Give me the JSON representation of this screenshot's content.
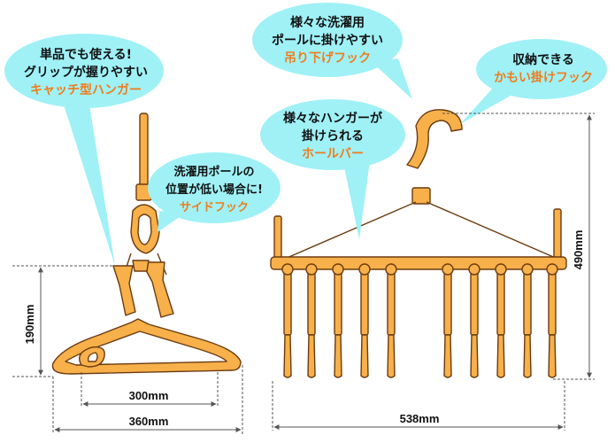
{
  "colors": {
    "hanger_fill": "#f7b04a",
    "hanger_stroke": "#6b3b10",
    "bubble_fill": "#9ff1f6",
    "accent_text": "#f07c1c",
    "text": "#111111",
    "dim_line": "#555555"
  },
  "bubbles": {
    "catch": {
      "line1": "単品でも使える!",
      "line2": "グリップが握りやすい",
      "line3": "キャッチ型ハンガー"
    },
    "side": {
      "line1": "洗濯用ポールの",
      "line2": "位置が低い場合に!",
      "line3": "サイドフック"
    },
    "hang": {
      "line1": "様々な洗濯用",
      "line2": "ポールに掛けやすい",
      "line3": "吊り下げフック"
    },
    "hold": {
      "line1": "様々なハンガーが",
      "line2": "掛けられる",
      "line3": "ホールバー"
    },
    "storage": {
      "line1": "収納できる",
      "line2": "かもい掛けフック"
    }
  },
  "dimensions": {
    "left_height": "190mm",
    "left_inner_width": "300mm",
    "left_outer_width": "360mm",
    "right_width": "538mm",
    "right_height": "490mm"
  }
}
